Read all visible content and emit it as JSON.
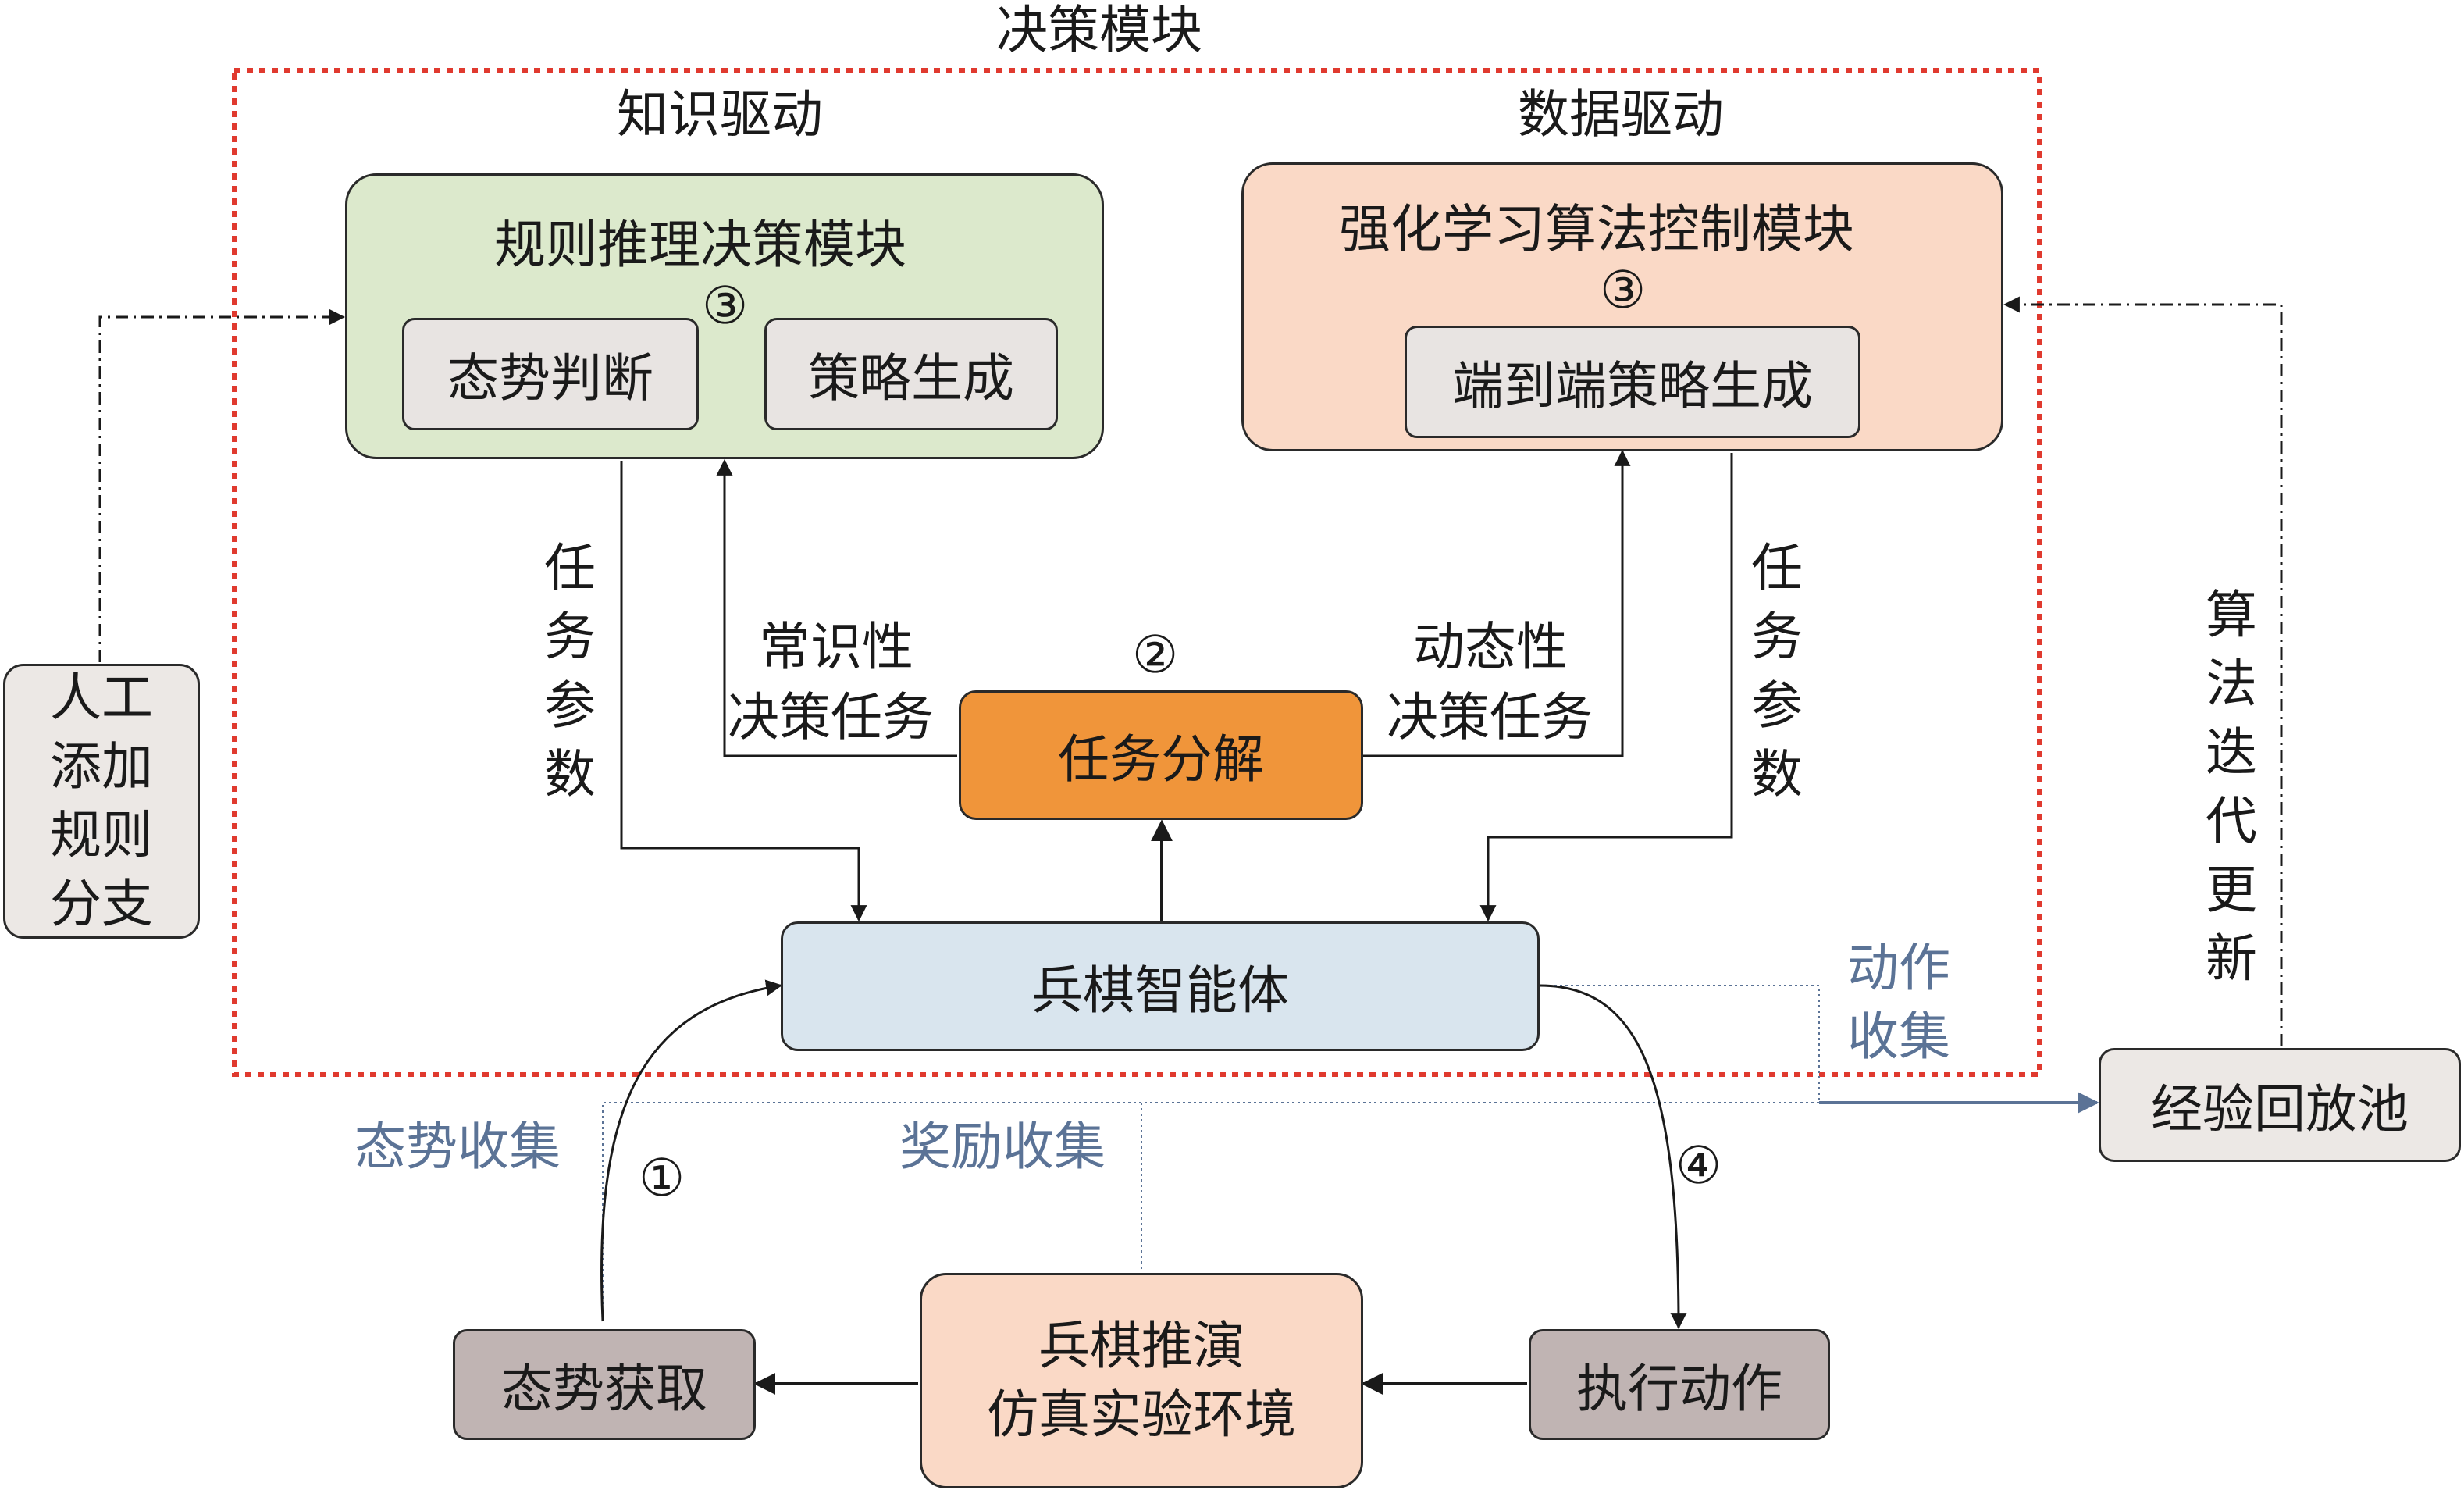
{
  "decision_module_title": "决策模块",
  "knowledge": {
    "heading": "知识驱动",
    "box_title": "规则推理决策模块",
    "marker": "③",
    "step1": "态势判断",
    "step2": "策略生成"
  },
  "data_driven": {
    "heading": "数据驱动",
    "box_title": "强化学习算法控制模块",
    "marker": "③",
    "inner": "端到端策略生成"
  },
  "task_decomp": {
    "label": "任务分解",
    "marker": "②",
    "left_label_line1": "常识性",
    "left_label_line2": "决策任务",
    "right_label_line1": "动态性",
    "right_label_line2": "决策任务"
  },
  "task_params_left": "任\n务\n参\n数",
  "task_params_right": "任\n务\n参\n数",
  "agent": "兵棋智能体",
  "manual_rules": "人工\n添加\n规则\n分支",
  "algo_update": "算\n法\n迭\n代\n更\n新",
  "action_collect": "动作\n收集",
  "replay_pool": "经验回放池",
  "situation_collect": "态势收集",
  "reward_collect": "奖励收集",
  "marker1": "①",
  "marker4": "④",
  "situation_get": "态势获取",
  "simulation_env": "兵棋推演\n仿真实验环境",
  "execute_action": "执行动作",
  "colors": {
    "knowledge_fill": "#dce9cc",
    "data_fill": "#fad9c6",
    "task_fill": "#f0953a",
    "agent_fill": "#d9e5ee",
    "gray_fill": "#ece8e5",
    "dark_fill": "#c0b4b3",
    "sim_fill": "#fad9c6",
    "dashed_red": "#e03a2f",
    "blue_text": "#5b7396"
  }
}
